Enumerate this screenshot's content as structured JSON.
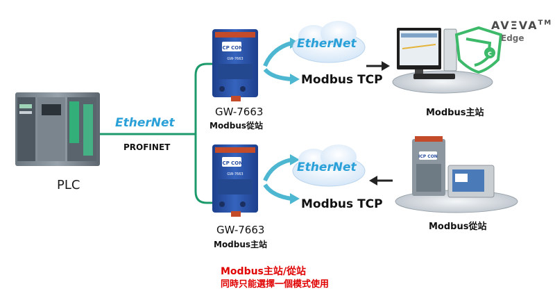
{
  "plc": {
    "label": "PLC"
  },
  "link": {
    "ethernet_label": "EtherNet",
    "protocol": "PROFINET"
  },
  "gateway_top": {
    "model": "GW-7663",
    "role": "Modbus從站",
    "device_text": "GW-7663",
    "brand": "ICP CON"
  },
  "gateway_bottom": {
    "model": "GW-7663",
    "role": "Modbus主站",
    "device_text": "GW-7663",
    "brand": "ICP CON"
  },
  "cloud_top": {
    "label": "EtherNet"
  },
  "cloud_bottom": {
    "label": "EtherNet"
  },
  "tcp_top": {
    "label": "Modbus TCP"
  },
  "tcp_bottom": {
    "label": "Modbus TCP"
  },
  "master_pc": {
    "label": "Modbus主站"
  },
  "slave_devices": {
    "label": "Modbus從站",
    "brand": "ICP CON"
  },
  "aveva": {
    "name": "AVΞVA",
    "tm": "TM",
    "product": "Edge"
  },
  "note": {
    "line1": "Modbus主站/從站",
    "line2": "同時只能選擇一個模式使用"
  },
  "colors": {
    "green_line": "#1c9a6c",
    "gateway_blue": "#2a4fa0",
    "cloud": "#e8f4ff",
    "ethernet_text": "#2aa0d8",
    "red": "#e00000"
  }
}
